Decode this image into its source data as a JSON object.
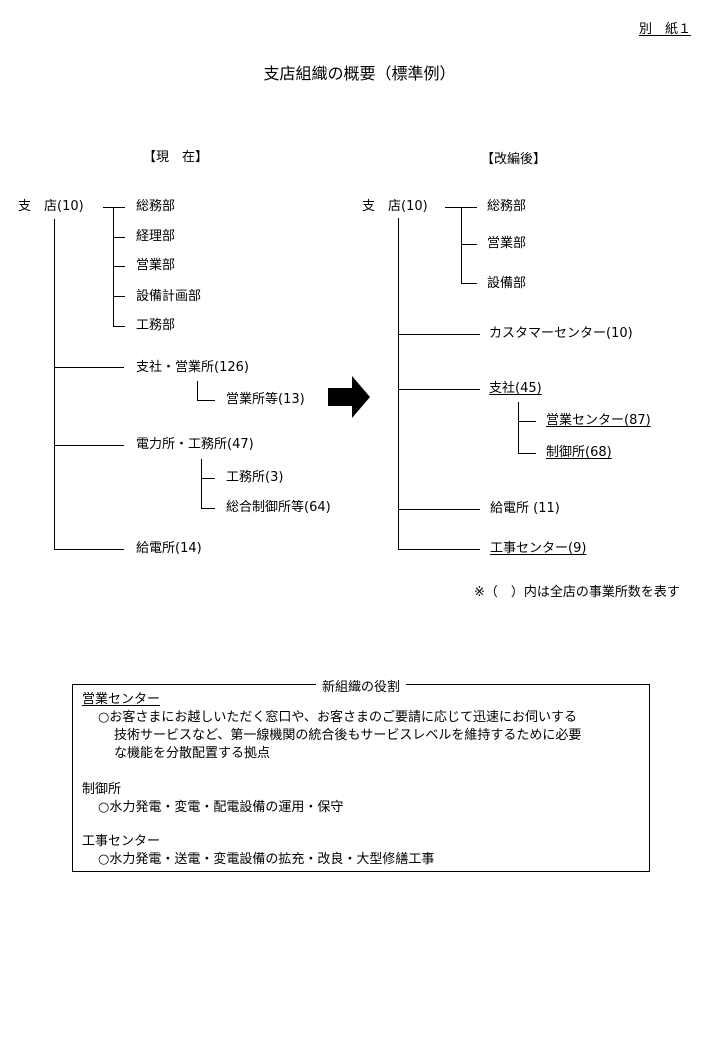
{
  "header": {
    "attachment_label": "別　紙１",
    "title": "支店組織の概要（標準例）"
  },
  "current": {
    "heading": "【現　在】",
    "root": "支　店(10)",
    "departments": [
      "総務部",
      "経理部",
      "営業部",
      "設備計画部",
      "工務部"
    ],
    "branch_office": "支社・営業所(126)",
    "branch_sub": "営業所等(13)",
    "power_office": "電力所・工務所(47)",
    "power_sub": [
      "工務所(3)",
      "総合制御所等(64)"
    ],
    "substation": "給電所(14)"
  },
  "arrow_icon": "right-arrow",
  "reorganized": {
    "heading": "【改編後】",
    "root": "支　店(10)",
    "departments": [
      "総務部",
      "営業部",
      "設備部"
    ],
    "customer_center": "カスタマーセンター(10)",
    "branch": "支社(45)",
    "branch_sub": [
      "営業センター(87)",
      "制御所(68)"
    ],
    "substation": "給電所 (11)",
    "construction_center": "工事センター(9)"
  },
  "note": "※（　）内は全店の事業所数を表す",
  "roles_box": {
    "title": "新組織の役割",
    "items": [
      {
        "name": "営業センター",
        "lines": [
          "○お客さまにお越しいただく窓口や、お客さまのご要請に応じて迅速にお伺いする",
          "技術サービスなど、第一線機関の統合後もサービスレベルを維持するために必要",
          "な機能を分散配置する拠点"
        ]
      },
      {
        "name": "制御所",
        "lines": [
          "○水力発電・変電・配電設備の運用・保守"
        ]
      },
      {
        "name": "工事センター",
        "lines": [
          "○水力発電・送電・変電設備の拡充・改良・大型修繕工事"
        ]
      }
    ]
  }
}
